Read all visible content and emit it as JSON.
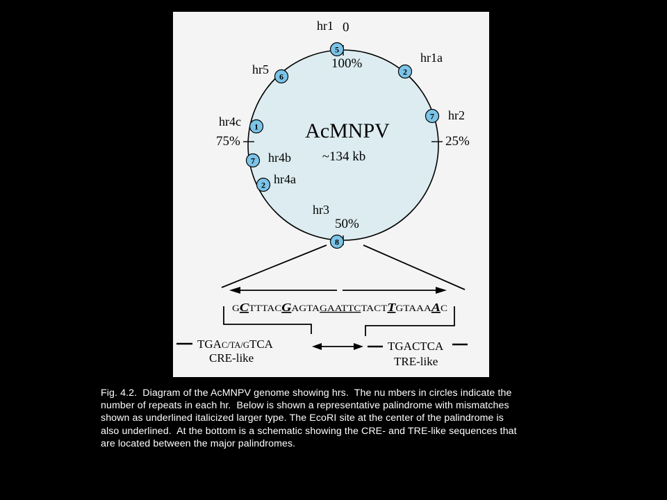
{
  "genome": {
    "name": "AcMNPV",
    "size": "~134 kb",
    "position_labels": [
      "0",
      "100%",
      "25%",
      "50%",
      "75%"
    ],
    "hr_regions": [
      {
        "label": "hr1",
        "repeats": "5"
      },
      {
        "label": "hr1a",
        "repeats": "2"
      },
      {
        "label": "hr2",
        "repeats": "7"
      },
      {
        "label": "hr3",
        "repeats": "8"
      },
      {
        "label": "hr4a",
        "repeats": "2"
      },
      {
        "label": "hr4b",
        "repeats": "7"
      },
      {
        "label": "hr4c",
        "repeats": "1"
      },
      {
        "label": "hr5",
        "repeats": "6"
      }
    ]
  },
  "palindrome": {
    "segments": [
      "G",
      "C",
      "TTTAC",
      "G",
      "AGTA",
      "GAATTC",
      "TACT",
      "T",
      "GTAAA",
      "A",
      "C"
    ]
  },
  "schematic": {
    "cre_prefix": "TGA",
    "cre_variable": "C/TA/G",
    "cre_suffix": "TCA",
    "cre_label": "CRE-like",
    "tre_sequence": "TGACTCA",
    "tre_label": "TRE-like"
  },
  "colors": {
    "background": "#000000",
    "panel": "#f4f4f4",
    "genome_fill": "#dcecf0",
    "hr_marker_fill": "#7cc4e8"
  },
  "caption": {
    "lines": [
      "Fig. 4.2.  Diagram of the AcMNPV genome showing hrs.  The nu mbers in circles indicate the",
      "number of repeats in each hr.  Below is shown a representative palindrome with mismatches",
      "shown as underlined italicized larger type. The EcoRI site at the center of the palindrome is",
      "also underlined.  At the bottom is a schematic showing the CRE- and TRE-like sequences that",
      "are located between the major palindromes."
    ]
  }
}
